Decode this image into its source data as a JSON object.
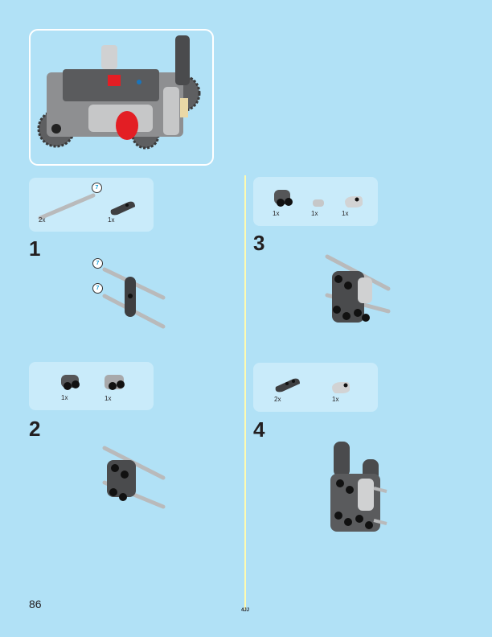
{
  "page": {
    "number": "86",
    "code": "4JJ",
    "background": "#b1e1f6",
    "divider_color": "#fffbb0"
  },
  "overview": {
    "label": "completed-model-preview",
    "colors": {
      "dark_gray": "#595a5c",
      "light_gray": "#c8c9ca",
      "red": "#e31e24",
      "blue": "#1a75bb",
      "tan": "#e9d8a6"
    }
  },
  "steps": [
    {
      "number": "1",
      "parts": [
        {
          "name": "axle-7-light-gray",
          "qty": "2x",
          "callout": "7"
        },
        {
          "name": "liftarm-dark-gray",
          "qty": "1x"
        }
      ],
      "callouts": [
        "7",
        "7"
      ]
    },
    {
      "number": "2",
      "parts": [
        {
          "name": "cross-block-dark-gray",
          "qty": "1x"
        },
        {
          "name": "cross-block-light-gray",
          "qty": "1x"
        }
      ]
    },
    {
      "number": "3",
      "parts": [
        {
          "name": "cross-block-dark-gray",
          "qty": "1x"
        },
        {
          "name": "axle-connector-light-gray",
          "qty": "1x"
        },
        {
          "name": "pin-connector-light-gray",
          "qty": "1x"
        }
      ]
    },
    {
      "number": "4",
      "parts": [
        {
          "name": "liftarm-thick-dark-gray",
          "qty": "2x"
        },
        {
          "name": "pin-connector-light-gray",
          "qty": "1x"
        }
      ]
    }
  ]
}
